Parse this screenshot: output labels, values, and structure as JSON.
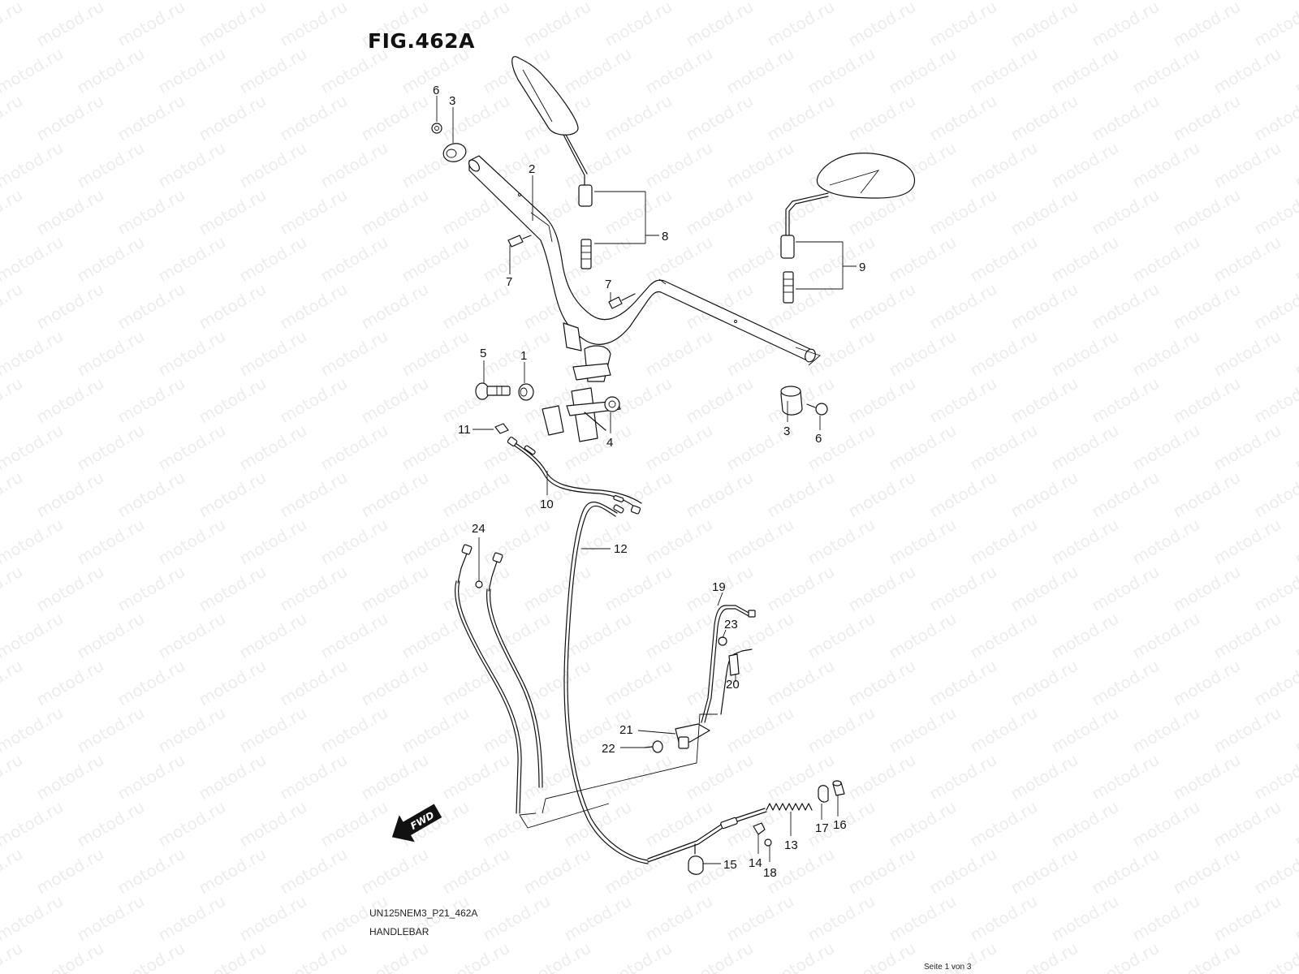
{
  "figure": {
    "title": "FIG.462A",
    "code": "UN125NEM3_P21_462A",
    "name": "HANDLEBAR",
    "page": "Seite 1 von 3",
    "watermark": "motod.ru",
    "direction_label": "FWD"
  },
  "callouts": [
    {
      "id": "6a",
      "text": "6"
    },
    {
      "id": "3a",
      "text": "3"
    },
    {
      "id": "2",
      "text": "2"
    },
    {
      "id": "7a",
      "text": "7"
    },
    {
      "id": "8",
      "text": "8"
    },
    {
      "id": "7b",
      "text": "7"
    },
    {
      "id": "9",
      "text": "9"
    },
    {
      "id": "5",
      "text": "5"
    },
    {
      "id": "1",
      "text": "1"
    },
    {
      "id": "4",
      "text": "4"
    },
    {
      "id": "3b",
      "text": "3"
    },
    {
      "id": "6b",
      "text": "6"
    },
    {
      "id": "11",
      "text": "11"
    },
    {
      "id": "10",
      "text": "10"
    },
    {
      "id": "12",
      "text": "12"
    },
    {
      "id": "24",
      "text": "24"
    },
    {
      "id": "19",
      "text": "19"
    },
    {
      "id": "23",
      "text": "23"
    },
    {
      "id": "20",
      "text": "20"
    },
    {
      "id": "21",
      "text": "21"
    },
    {
      "id": "22",
      "text": "22"
    },
    {
      "id": "17",
      "text": "17"
    },
    {
      "id": "16",
      "text": "16"
    },
    {
      "id": "13",
      "text": "13"
    },
    {
      "id": "15",
      "text": "15"
    },
    {
      "id": "14",
      "text": "14"
    },
    {
      "id": "18",
      "text": "18"
    }
  ]
}
